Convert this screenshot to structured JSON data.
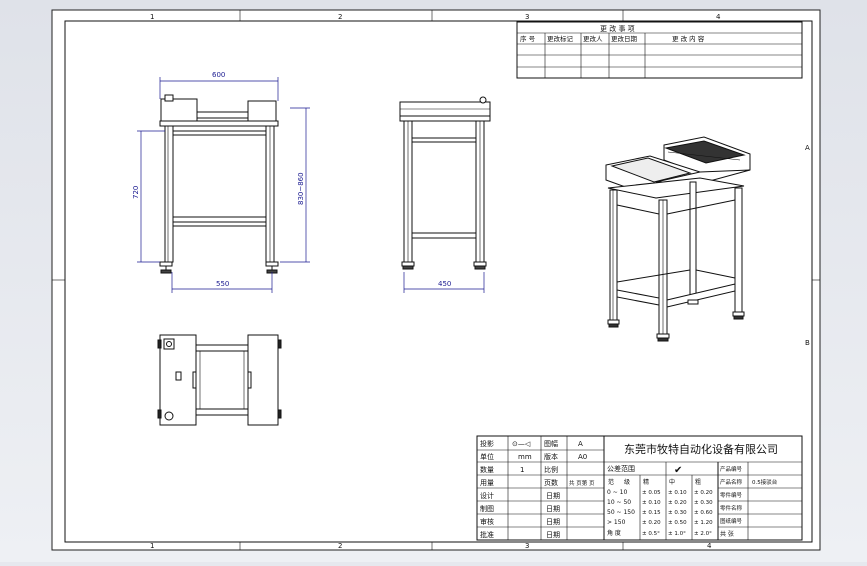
{
  "border": {
    "top_zones": [
      "1",
      "2",
      "3",
      "4"
    ],
    "bottom_zones": [
      "1",
      "2",
      "3",
      "4"
    ],
    "right_zones": [
      "A",
      "B"
    ]
  },
  "revision_table": {
    "title": "更  改  事  项",
    "headers": [
      "序 号",
      "更改标记",
      "更改人",
      "更改日期",
      "更   改   内   容"
    ],
    "rows": 3
  },
  "dimensions": {
    "front_top_width": "600",
    "front_height": "720",
    "front_total_height": "830~860",
    "front_bottom_width": "550",
    "side_width": "450"
  },
  "title_block": {
    "company": "东莞市牧特自动化设备有限公司",
    "projection_label": "投影",
    "projection_symbol": "⊙—◁",
    "drawing_no_label": "图幅",
    "drawing_no_value": "A",
    "unit_label": "单位",
    "unit_value": "mm",
    "version_label": "版本",
    "version_value": "A0",
    "quantity_label": "数量",
    "quantity_value": "1",
    "scale_label": "比例",
    "material_label": "用量",
    "pages_label": "页数",
    "pages_value": "共 页第 页",
    "design_label": "设计",
    "draw_label": "制图",
    "check_label": "审核",
    "approve_label": "批准",
    "date_label": "日期",
    "tolerance_label": "公差范围",
    "check_mark": "✔",
    "tol_headers": [
      "范",
      "级",
      "精",
      "中",
      "粗"
    ],
    "tol_rows": [
      {
        "range": "0 ~ 10",
        "v": [
          "± 0.05",
          "± 0.10",
          "± 0.20"
        ]
      },
      {
        "range": "10 ~ 50",
        "v": [
          "± 0.10",
          "± 0.20",
          "± 0.30"
        ]
      },
      {
        "range": "50 ~ 150",
        "v": [
          "± 0.15",
          "± 0.30",
          "± 0.60"
        ]
      },
      {
        "range": "> 150",
        "v": [
          "± 0.20",
          "± 0.50",
          "± 1.20"
        ]
      },
      {
        "range": "角 度",
        "v": [
          "± 0.5°",
          "± 1.0°",
          "± 2.0°"
        ]
      }
    ],
    "product_no_label": "产品编号",
    "product_name_label": "产品名称",
    "product_name_value": "0.5接驳台",
    "part_no_label": "零件编号",
    "part_name_label": "零件名称",
    "drawing_code_label": "图纸编号",
    "sheet_label": "共 张"
  }
}
